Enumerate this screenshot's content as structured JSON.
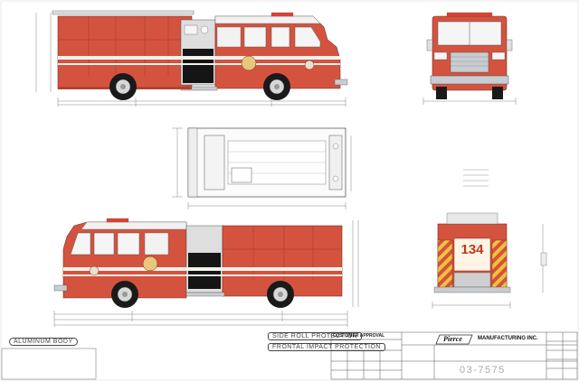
{
  "colors": {
    "body_red": "#d4533f",
    "body_red_dark": "#b8412f",
    "stripe_white": "#f4f1ec",
    "chrome": "#c9ccd0",
    "tire": "#1a1a1a",
    "line": "#555555",
    "chevron_yellow": "#f0c23a"
  },
  "views": {
    "top_side": "driver-side elevation",
    "front": "front elevation",
    "plan": "top plan view",
    "bottom_side": "officer-side elevation",
    "rear": "rear elevation"
  },
  "truck": {
    "unit_number": "134"
  },
  "labels": {
    "body_material": "ALUMINUM BODY",
    "side_roll": "SIDE ROLL PROTECTION",
    "frontal_impact": "FRONTAL IMPACT PROTECTION"
  },
  "title_block": {
    "customer_approval": "CUSTOMER APPROVAL",
    "brand": "Pierce",
    "company": "MANUFACTURING INC.",
    "drawing_number": "03-7575"
  }
}
